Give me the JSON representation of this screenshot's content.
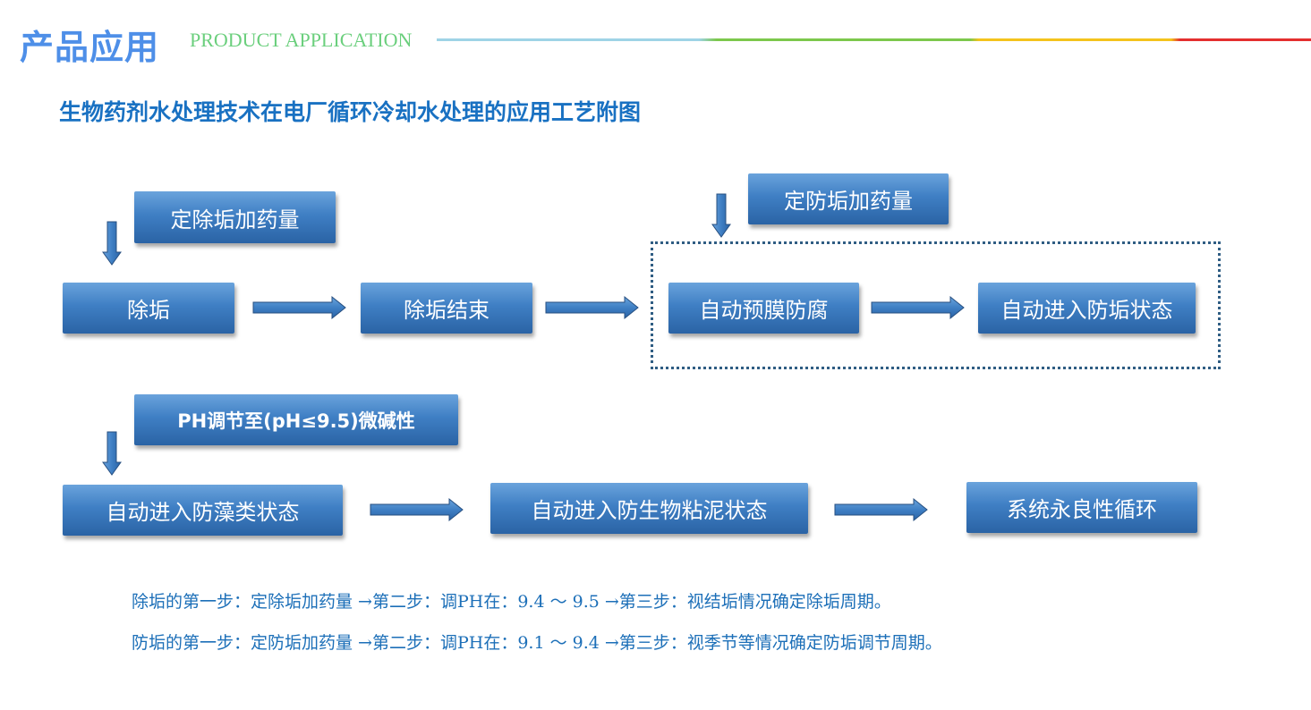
{
  "header": {
    "title_cn": "产品应用",
    "title_en": "PRODUCT APPLICATION"
  },
  "subtitle": "生物药剂水处理技术在电厂循环冷却水处理的应用工艺附图",
  "flow": {
    "dosing_descale": "定除垢加药量",
    "descale": "除垢",
    "descale_end": "除垢结束",
    "dosing_antiscale": "定防垢加药量",
    "auto_prefilm": "自动预膜防腐",
    "auto_antiscale": "自动进入防垢状态",
    "ph_adjust": "PH调节至(pH≤9.5)微碱性",
    "auto_algae": "自动进入防藻类状态",
    "auto_slime": "自动进入防生物粘泥状态",
    "benign_cycle": "系统永良性循环"
  },
  "notes": {
    "descale_steps": "除垢的第一步：定除垢加药量 →第二步：调PH在：9.4 ～ 9.5 →第三步：视结垢情况确定除垢周期。",
    "antiscale_steps": "防垢的第一步：定防垢加药量 →第二步：调PH在：9.1 ～ 9.4 →第三步：视季节等情况确定防垢调节周期。"
  },
  "colors": {
    "title_blue": "#4e8fe8",
    "title_green": "#6bcf7d",
    "subtitle_blue": "#1971c2",
    "box_blue": "#3f7fc4",
    "note_blue": "#1c6fb8"
  }
}
